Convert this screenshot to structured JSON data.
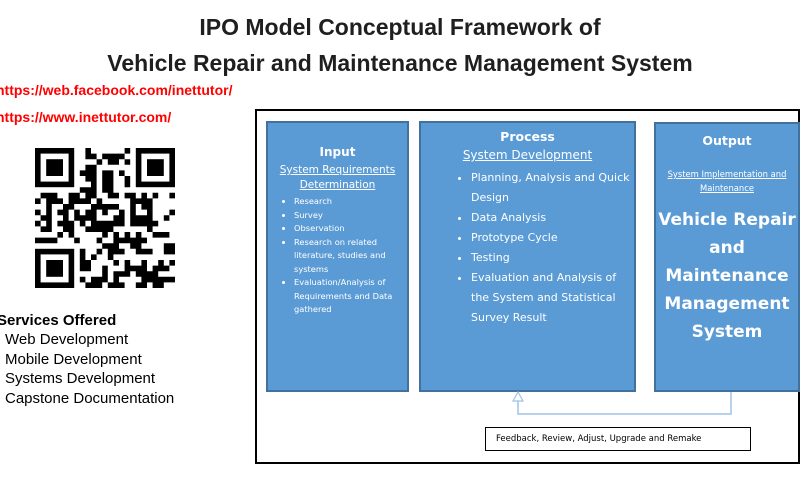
{
  "header": {
    "title_line1": "IPO Model Conceptual Framework of",
    "title_line2": "Vehicle Repair and Maintenance Management System"
  },
  "links": {
    "facebook": "https://web.facebook.com/inettutor/",
    "website": "https://www.inettutor.com/"
  },
  "services": {
    "heading": "Services Offered",
    "items": [
      "Web Development",
      "Mobile Development",
      "Systems Development",
      "Capstone Documentation"
    ]
  },
  "diagram": {
    "input": {
      "title": "Input",
      "subtitle": "System Requirements Determination",
      "items": [
        "Research",
        "Survey",
        "Observation",
        "Research on related literature, studies and systems",
        "Evaluation/Analysis of Requirements and Data gathered"
      ]
    },
    "process": {
      "title": "Process",
      "subtitle": "System Development",
      "items": [
        "Planning, Analysis and Quick Design",
        "Data Analysis",
        "Prototype Cycle",
        "Testing",
        "Evaluation and Analysis of the System and Statistical Survey Result"
      ]
    },
    "output": {
      "title": "Output",
      "subtitle": "System Implementation and Maintenance",
      "result": "Vehicle Repair and Maintenance Management System"
    },
    "feedback": "Feedback, Review, Adjust, Upgrade and Remake"
  },
  "colors": {
    "box_fill": "#5b9bd5",
    "box_border": "#41719c",
    "link_red": "#ff0000",
    "arrow": "#9dc3e6"
  }
}
